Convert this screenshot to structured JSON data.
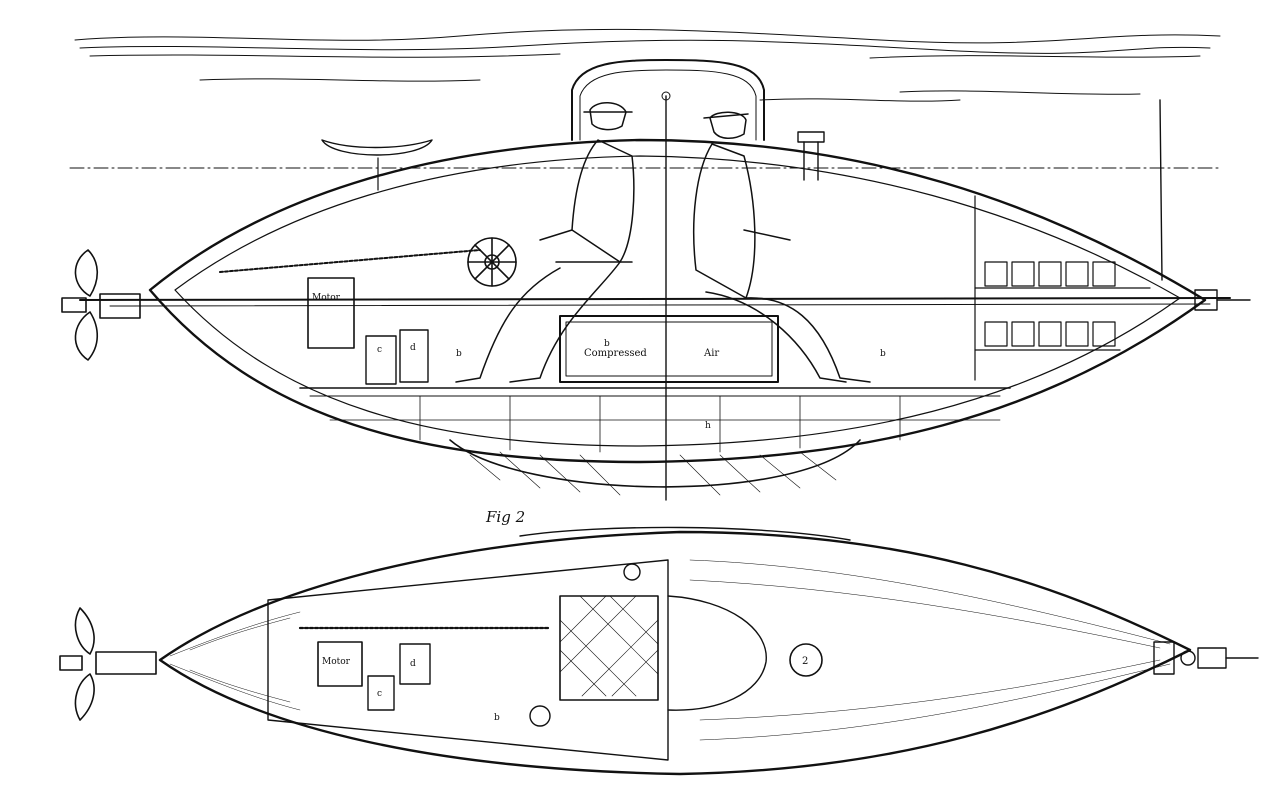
{
  "figure": {
    "fig2_caption": "Fig 2"
  },
  "side_view": {
    "motor_label": "Motor",
    "tank_top_label": "b",
    "tank_word_1": "Compressed",
    "tank_word_2": "Air",
    "label_d": "d",
    "label_c": "c",
    "label_b_left": "b",
    "label_b_right": "b",
    "label_h": "h"
  },
  "top_view": {
    "motor_label": "Motor",
    "label_d": "d",
    "label_c": "c",
    "label_b": "b",
    "port_label": "2"
  },
  "colors": {
    "ink": "#111111",
    "paper": "#ffffff"
  }
}
